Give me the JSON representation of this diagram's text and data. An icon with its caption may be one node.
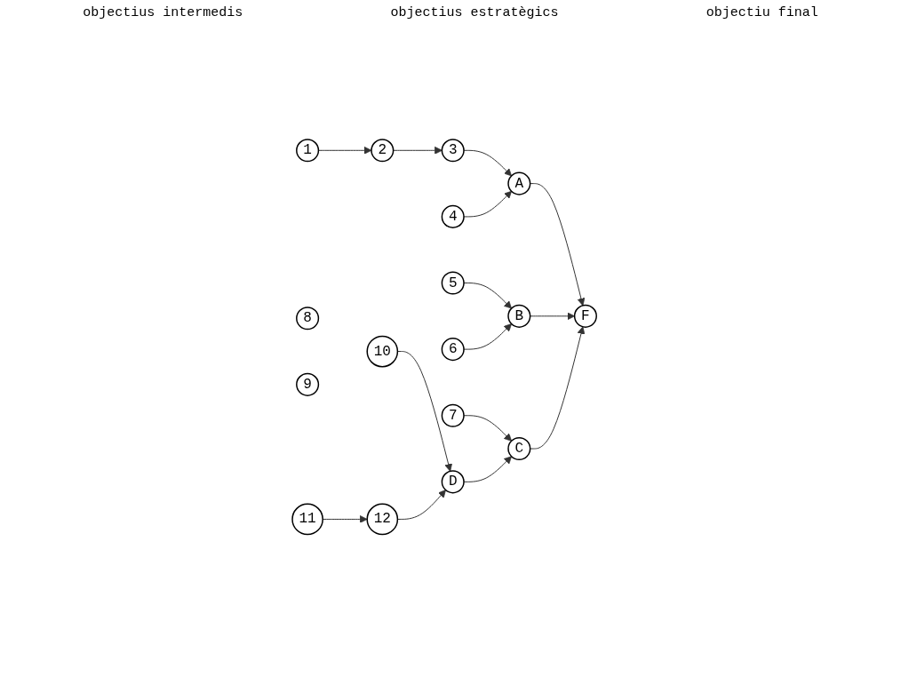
{
  "diagram": {
    "nodes": [
      {
        "text": [
          "1"
        ]
      },
      {
        "text": [
          "2"
        ]
      },
      {
        "text": [
          "3"
        ]
      },
      {
        "text": [
          "4"
        ]
      },
      {
        "text": [
          "5"
        ]
      },
      {
        "text": [
          "6"
        ]
      },
      {
        "text": [
          "7"
        ]
      },
      {
        "text": [
          "8"
        ]
      },
      {
        "text": [
          "9"
        ]
      },
      {
        "text": [
          "10"
        ]
      },
      {
        "text": [
          "11"
        ]
      },
      {
        "text": [
          "12"
        ]
      },
      {
        "text": [
          "A"
        ]
      },
      {
        "text": [
          "B"
        ]
      },
      {
        "text": [
          "C"
        ]
      },
      {
        "text": [
          "D"
        ]
      },
      {
        "text": [
          "F"
        ]
      }
    ],
    "edges": [
      {
        "from": 0,
        "to": 1,
        "arrow": "to"
      },
      {
        "from": 1,
        "to": 2,
        "arrow": "to"
      },
      {
        "from": 2,
        "to": 12,
        "arrow": "to"
      },
      {
        "from": 3,
        "to": 12,
        "arrow": "to"
      },
      {
        "from": 4,
        "to": 13,
        "arrow": "to"
      },
      {
        "from": 5,
        "to": 13,
        "arrow": "to"
      },
      {
        "from": 6,
        "to": 14,
        "arrow": "to"
      },
      {
        "from": 9,
        "to": 15,
        "arrow": "to"
      },
      {
        "from": 10,
        "to": 11,
        "arrow": "to"
      },
      {
        "from": 11,
        "to": 15,
        "arrow": "to"
      },
      {
        "from": 15,
        "to": 14,
        "arrow": "to"
      },
      {
        "from": 12,
        "to": 16,
        "arrow": "to"
      },
      {
        "from": 13,
        "to": 16,
        "arrow": "to"
      },
      {
        "from": 14,
        "to": 16,
        "arrow": "to"
      }
    ],
    "labels": [
      "objectius intermedis",
      "objectius estratègics",
      "objectiu final"
    ]
  }
}
